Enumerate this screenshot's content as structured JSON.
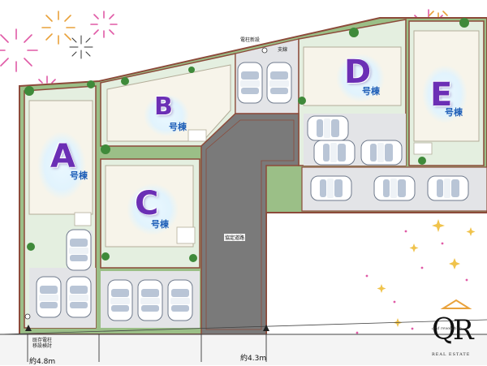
{
  "buildings": [
    {
      "id": "A",
      "letter": "A",
      "suffix": "号棟"
    },
    {
      "id": "B",
      "letter": "B",
      "suffix": "号棟"
    },
    {
      "id": "C",
      "letter": "C",
      "suffix": "号棟"
    },
    {
      "id": "D",
      "letter": "D",
      "suffix": "号棟"
    },
    {
      "id": "E",
      "letter": "E",
      "suffix": "号棟"
    }
  ],
  "labels": {
    "new_pole": "電柱新設",
    "guy_wire": "支線",
    "agreed_road": "協定道路",
    "existing_pole_line1": "既存電柱",
    "existing_pole_line2": "移設検討"
  },
  "dimensions": {
    "left_frontage": "約4.8m",
    "road_width": "約4.3m"
  },
  "logo": {
    "tagline": "and revolution",
    "name": "REAL ESTATE"
  },
  "colors": {
    "lot_green": "#9bbf87",
    "lawn": "#e4efe0",
    "road": "#7a7a7a",
    "parking": "#e3e4e7",
    "boundary": "#8c4a3a",
    "building": "#f7f4ea",
    "letter": "#6b2fb5",
    "suffix": "#1f5fb8"
  }
}
